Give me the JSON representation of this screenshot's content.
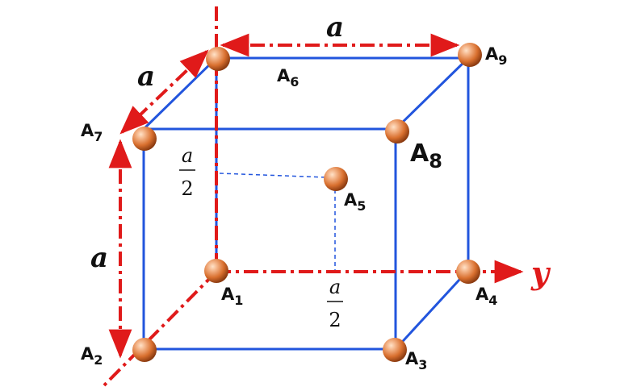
{
  "colors": {
    "edge": "#2255dd",
    "axis": "#e01a1a",
    "atom_light": "#f4b58a",
    "atom_mid": "#d9702f",
    "atom_dark": "#8a3a10",
    "text": "#111111"
  },
  "atoms": {
    "A1": {
      "letter": "A",
      "index": "1"
    },
    "A2": {
      "letter": "A",
      "index": "2"
    },
    "A3": {
      "letter": "A",
      "index": "3"
    },
    "A4": {
      "letter": "A",
      "index": "4"
    },
    "A5": {
      "letter": "A",
      "index": "5"
    },
    "A6": {
      "letter": "A",
      "index": "6"
    },
    "A7": {
      "letter": "A",
      "index": "7"
    },
    "A8": {
      "letter": "A",
      "index": "8"
    },
    "A9": {
      "letter": "A",
      "index": "9"
    }
  },
  "dimensions": {
    "top_edge": "a",
    "depth_edge": "a",
    "vertical_edge": "a"
  },
  "half_offsets": {
    "vertical": {
      "numerator": "a",
      "denominator": "2"
    },
    "horizontal": {
      "numerator": "a",
      "denominator": "2"
    }
  },
  "axis_label": "y"
}
